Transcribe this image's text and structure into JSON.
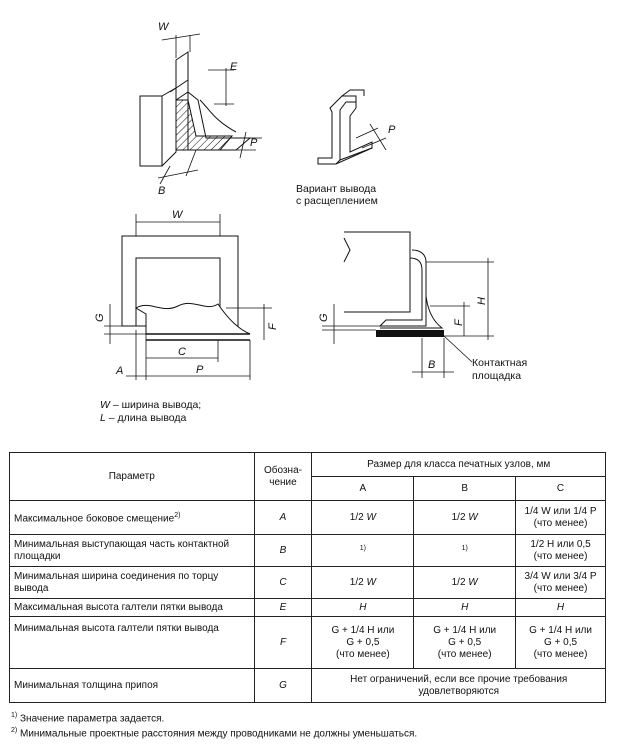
{
  "figures": {
    "labels": {
      "W": "W",
      "E": "E",
      "P": "P",
      "B": "B",
      "G": "G",
      "F": "F",
      "C": "C",
      "A": "A",
      "H": "H"
    },
    "variant_caption": [
      "Вариант вывода",
      "с расщеплением"
    ],
    "contact_caption": [
      "Контактная",
      "площадка"
    ],
    "legend": [
      {
        "sym": "W",
        "text": " – ширина вывода;"
      },
      {
        "sym": "L",
        "text": " – длина вывода"
      }
    ]
  },
  "table": {
    "header": {
      "param": "Параметр",
      "designation": [
        "Обозна-",
        "чение"
      ],
      "size_group": "Размер для класса печатных узлов, мм",
      "classes": [
        "A",
        "B",
        "C"
      ]
    },
    "rows": [
      {
        "param": "Максимальное боковое смещение",
        "param_sup": "2)",
        "des": "A",
        "a": [
          "1/2 ",
          "W",
          ""
        ],
        "b": [
          "1/2 ",
          "W",
          ""
        ],
        "c": [
          "1/4 W или 1/4 P",
          "(что менее)"
        ]
      },
      {
        "param": "Минимальная выступающая часть контактной площадки",
        "param_sup": "",
        "des": "B",
        "a_sup": "1)",
        "b_sup": "1)",
        "c": [
          "1/2 H или 0,5",
          "(что менее)"
        ]
      },
      {
        "param": "Минимальная ширина соединения по торцу вывода",
        "param_sup": "",
        "des": "C",
        "a": [
          "1/2 ",
          "W",
          ""
        ],
        "b": [
          "1/2 ",
          "W",
          ""
        ],
        "c": [
          "3/4 W или 3/4 P",
          "(что менее)"
        ]
      },
      {
        "param": "Максимальная высота галтели пятки вывода",
        "param_sup": "",
        "des": "E",
        "a_i": "H",
        "b_i": "H",
        "c_i": "H"
      },
      {
        "param": "Минимальная высота галтели пятки вывода",
        "param_sup": "",
        "des": "F",
        "abc": [
          "G + 1/4 H или",
          "G + 0,5",
          "(что менее)"
        ]
      },
      {
        "param": "Минимальная толщина припоя",
        "param_sup": "",
        "des": "G",
        "merged": [
          "Нет ограничений, если все прочие требования",
          "удовлетворяются"
        ]
      }
    ]
  },
  "footnotes": [
    {
      "mark": "1)",
      "text": "Значение параметра задается."
    },
    {
      "mark": "2)",
      "text": "Минимальные проектные расстояния между проводниками не должны уменьшаться."
    }
  ]
}
